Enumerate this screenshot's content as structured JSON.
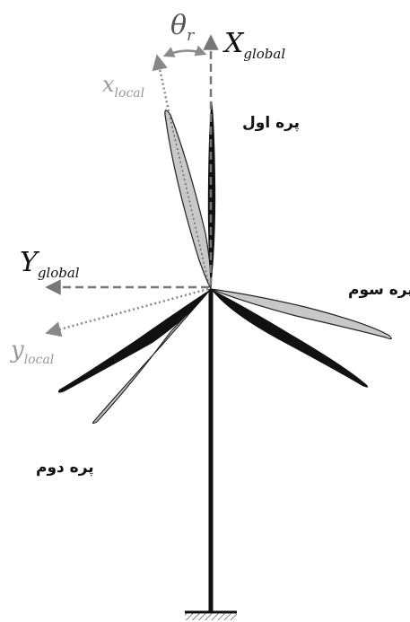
{
  "labels": {
    "theta": {
      "main": "θ",
      "sub": "r"
    },
    "x_global": {
      "main": "X",
      "sub": "global"
    },
    "y_global": {
      "main": "Y",
      "sub": "global"
    },
    "x_local": {
      "main": "x",
      "sub": "local"
    },
    "y_local": {
      "main": "y",
      "sub": "local"
    },
    "blade_1": "پره اول",
    "blade_2": "پره دوم",
    "blade_3": "پره سوم"
  },
  "colors": {
    "blade_black": "#111111",
    "blade_gray": "#c8c8c8",
    "global_axis": "#777777",
    "local_axis": "#888888",
    "local_text": "#999999",
    "arc": "#8a8a8a",
    "tower": "#111111"
  }
}
